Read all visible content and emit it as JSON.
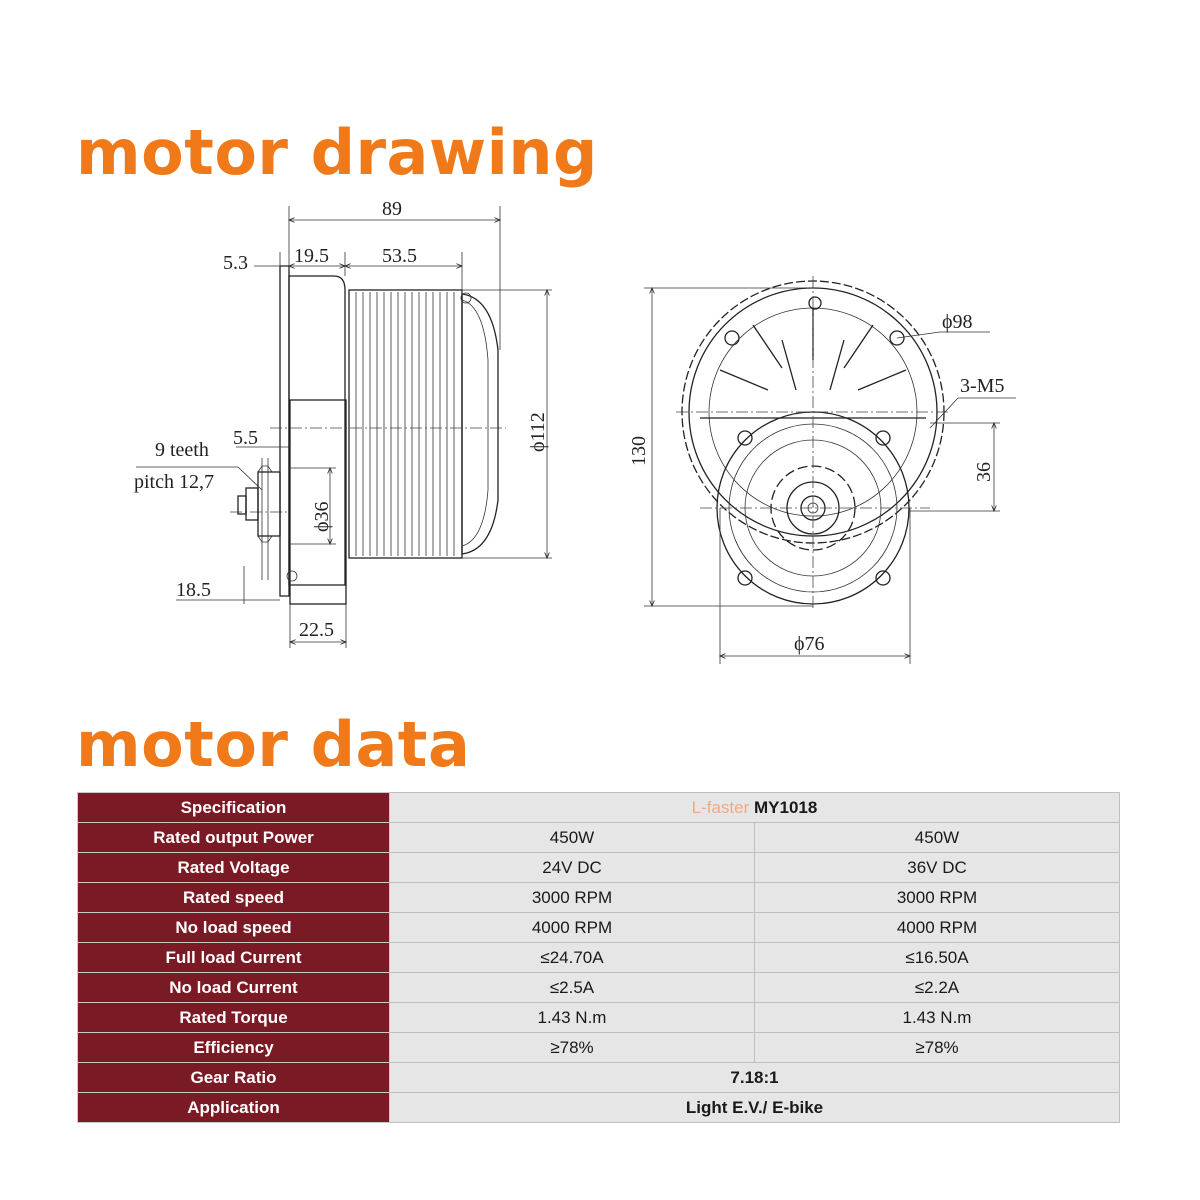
{
  "headings": {
    "drawing": "motor drawing",
    "data": "motor data"
  },
  "drawing": {
    "dims": {
      "overall_length": "89",
      "flange": "5.3",
      "gearbox": "19.5",
      "body": "53.5",
      "sprocket_offset": "5.5",
      "teeth": "9 teeth",
      "pitch": "pitch 12,7",
      "shaft_dia": "ϕ36",
      "body_dia": "ϕ112",
      "sprocket_len": "18.5",
      "base": "22.5",
      "height": "130",
      "bolt_circle": "ϕ98",
      "holes": "3-M5",
      "center_offset": "36",
      "hub_dia": "ϕ76"
    }
  },
  "table": {
    "header": {
      "label": "Specification",
      "brand": "L-faster",
      "model": "MY1018"
    },
    "rows": [
      {
        "label": "Rated output Power",
        "v1": "450W",
        "v2": "450W"
      },
      {
        "label": "Rated Voltage",
        "v1": "24V DC",
        "v2": "36V DC"
      },
      {
        "label": "Rated speed",
        "v1": "3000 RPM",
        "v2": "3000 RPM"
      },
      {
        "label": "No load speed",
        "v1": "4000 RPM",
        "v2": "4000 RPM"
      },
      {
        "label": "Full load Current",
        "v1": "≤24.70A",
        "v2": "≤16.50A"
      },
      {
        "label": "No load Current",
        "v1": "≤2.5A",
        "v2": "≤2.2A"
      },
      {
        "label": "Rated Torque",
        "v1": "1.43 N.m",
        "v2": "1.43 N.m"
      },
      {
        "label": "Efficiency",
        "v1": "≥78%",
        "v2": "≥78%"
      }
    ],
    "gear_ratio": {
      "label": "Gear Ratio",
      "value": "7.18:1"
    },
    "application": {
      "label": "Application",
      "value": "Light E.V./ E-bike"
    }
  }
}
